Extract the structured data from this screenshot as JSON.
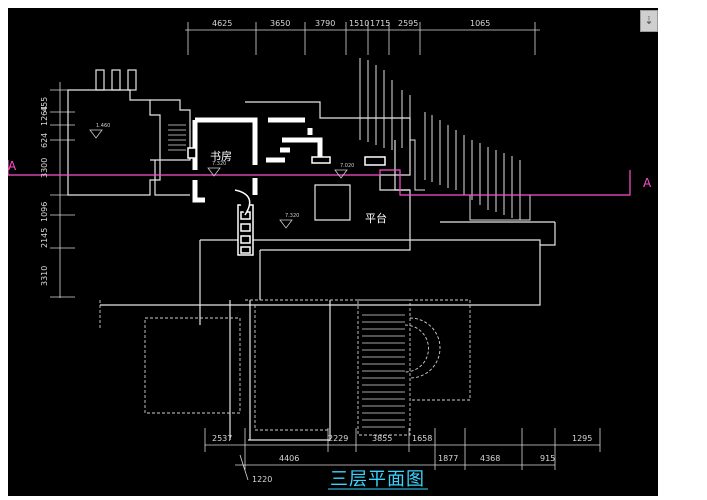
{
  "drawing": {
    "title": "三层平面图",
    "rooms": {
      "study": "书房",
      "terrace": "平台"
    },
    "section_marks": {
      "left": "A",
      "right": "A"
    },
    "levels": {
      "a": "1.460",
      "b": "7.320",
      "c": "7.020",
      "d": "7.320"
    },
    "dims_top": [
      "4625",
      "3650",
      "3790",
      "1510",
      "1715",
      "2595",
      "1065"
    ],
    "dims_left": [
      "455",
      "1264",
      "624",
      "3300",
      "1096",
      "2145",
      "3310"
    ],
    "dims_bottom": [
      "2537",
      "4406",
      "2229",
      "3855",
      "1658",
      "1877",
      "4368",
      "1295",
      "915",
      "1220"
    ]
  },
  "colors": {
    "background": "#000000",
    "lines": "#ffffff",
    "section": "#ff4fd0",
    "title": "#39d5ff"
  },
  "ui": {
    "scroll_icon": "double-chevron-down-icon",
    "scroll_glyph": "⇣"
  }
}
